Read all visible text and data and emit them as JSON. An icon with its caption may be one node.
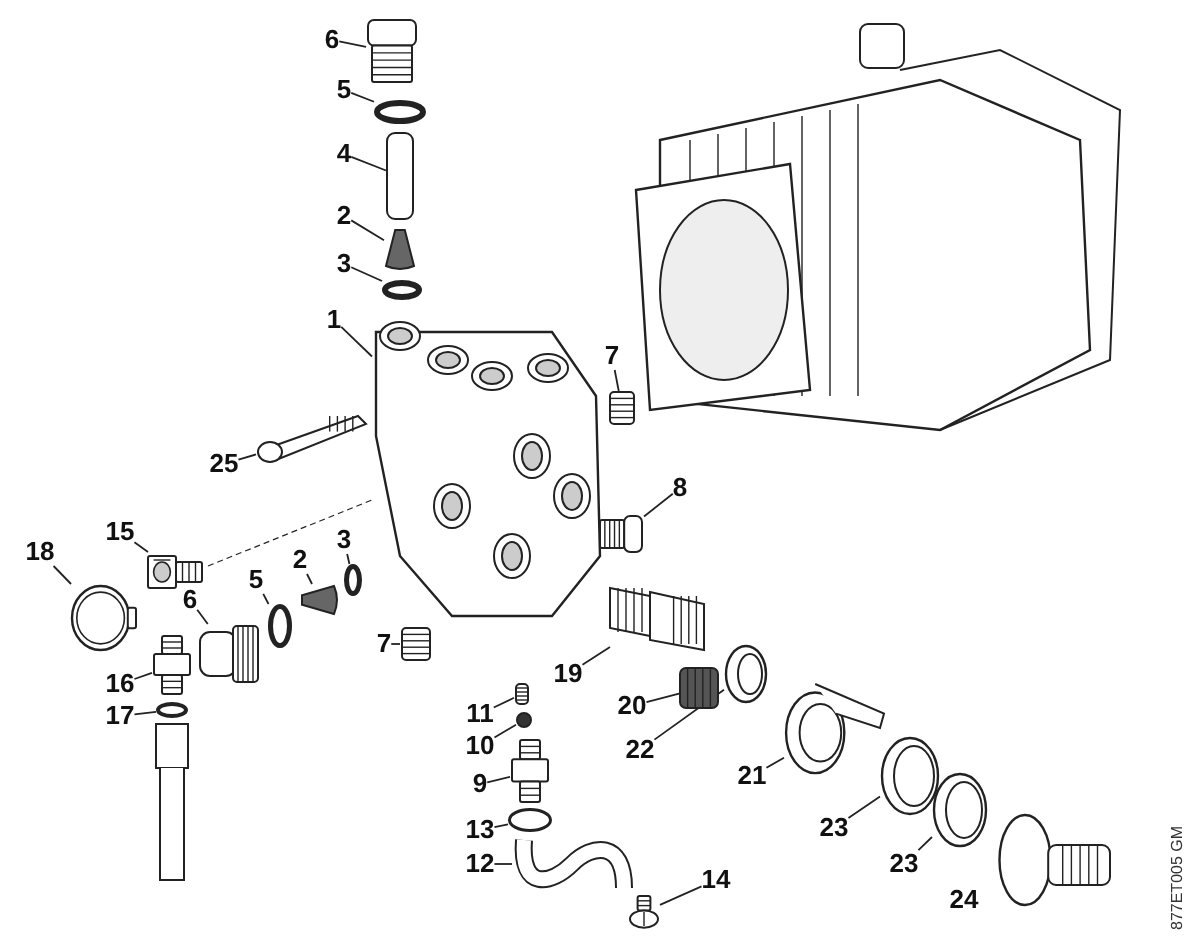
{
  "diagram": {
    "nodes": [
      {
        "text": [
          "6"
        ]
      },
      {
        "text": [],
        "shape": "picture"
      },
      {
        "text": [
          "5"
        ]
      },
      {
        "text": [],
        "shape": "circle"
      },
      {
        "text": [
          "4"
        ]
      },
      {
        "text": [],
        "shape": "box"
      },
      {
        "text": [
          "2"
        ]
      },
      {
        "text": [],
        "shape": "picture"
      },
      {
        "text": [
          "3"
        ]
      },
      {
        "text": [],
        "shape": "circle"
      },
      {
        "text": [
          "1"
        ]
      },
      {
        "text": [],
        "shape": "picture"
      },
      {
        "text": [
          "7"
        ]
      },
      {
        "text": [],
        "shape": "picture"
      },
      {
        "text": [
          "25"
        ]
      },
      {
        "text": [],
        "shape": "picture"
      },
      {
        "text": [
          "8"
        ]
      },
      {
        "text": [],
        "shape": "picture"
      },
      {
        "text": [
          "15"
        ]
      },
      {
        "text": [],
        "shape": "picture"
      },
      {
        "text": [
          "18"
        ]
      },
      {
        "text": [],
        "shape": "picture"
      },
      {
        "text": [
          "3"
        ]
      },
      {
        "text": [],
        "shape": "circle"
      },
      {
        "text": [
          "2"
        ]
      },
      {
        "text": [],
        "shape": "picture"
      },
      {
        "text": [
          "5"
        ]
      },
      {
        "text": [],
        "shape": "circle"
      },
      {
        "text": [
          "6"
        ]
      },
      {
        "text": [],
        "shape": "picture"
      },
      {
        "text": [
          "7"
        ]
      },
      {
        "text": [],
        "shape": "picture"
      },
      {
        "text": [
          "19"
        ]
      },
      {
        "text": [],
        "shape": "picture"
      },
      {
        "text": [
          "16"
        ]
      },
      {
        "text": [],
        "shape": "picture"
      },
      {
        "text": [
          "17"
        ]
      },
      {
        "text": [],
        "shape": "circle"
      },
      {
        "text": [
          "11"
        ]
      },
      {
        "text": [],
        "shape": "picture"
      },
      {
        "text": [
          "20"
        ]
      },
      {
        "text": [],
        "shape": "picture"
      },
      {
        "text": [
          "10"
        ]
      },
      {
        "text": [],
        "shape": "circle"
      },
      {
        "text": [
          "22"
        ]
      },
      {
        "text": [],
        "shape": "picture"
      },
      {
        "text": [
          "9"
        ]
      },
      {
        "text": [],
        "shape": "picture"
      },
      {
        "text": [
          "21"
        ]
      },
      {
        "text": [],
        "shape": "picture"
      },
      {
        "text": [
          "13"
        ]
      },
      {
        "text": [],
        "shape": "circle"
      },
      {
        "text": [
          "23"
        ]
      },
      {
        "text": [],
        "shape": "picture"
      },
      {
        "text": [
          "12"
        ]
      },
      {
        "text": [],
        "shape": "picture"
      },
      {
        "text": [
          "23"
        ]
      },
      {
        "text": [],
        "shape": "picture"
      },
      {
        "text": [
          "14"
        ]
      },
      {
        "text": [],
        "shape": "picture"
      },
      {
        "text": [
          "24"
        ]
      },
      {
        "text": [],
        "shape": "picture"
      }
    ],
    "edges": [
      {
        "from": 0,
        "to": 1,
        "arrow": "none"
      },
      {
        "from": 2,
        "to": 3,
        "arrow": "none"
      },
      {
        "from": 4,
        "to": 5,
        "arrow": "none"
      },
      {
        "from": 6,
        "to": 7,
        "arrow": "none"
      },
      {
        "from": 8,
        "to": 9,
        "arrow": "none"
      },
      {
        "from": 10,
        "to": 11,
        "arrow": "none"
      },
      {
        "from": 12,
        "to": 13,
        "arrow": "none"
      },
      {
        "from": 14,
        "to": 15,
        "arrow": "none"
      },
      {
        "from": 16,
        "to": 17,
        "arrow": "none"
      },
      {
        "from": 18,
        "to": 19,
        "arrow": "none"
      },
      {
        "from": 20,
        "to": 21,
        "arrow": "none"
      },
      {
        "from": 22,
        "to": 23,
        "arrow": "none"
      },
      {
        "from": 24,
        "to": 25,
        "arrow": "none"
      },
      {
        "from": 26,
        "to": 27,
        "arrow": "none"
      },
      {
        "from": 28,
        "to": 29,
        "arrow": "none"
      },
      {
        "from": 30,
        "to": 31,
        "arrow": "none"
      },
      {
        "from": 32,
        "to": 33,
        "arrow": "none"
      },
      {
        "from": 34,
        "to": 35,
        "arrow": "none"
      },
      {
        "from": 36,
        "to": 37,
        "arrow": "none"
      },
      {
        "from": 38,
        "to": 39,
        "arrow": "none"
      },
      {
        "from": 40,
        "to": 41,
        "arrow": "none"
      },
      {
        "from": 42,
        "to": 43,
        "arrow": "none"
      },
      {
        "from": 44,
        "to": 45,
        "arrow": "none"
      },
      {
        "from": 46,
        "to": 47,
        "arrow": "none"
      },
      {
        "from": 48,
        "to": 49,
        "arrow": "none"
      },
      {
        "from": 50,
        "to": 51,
        "arrow": "none"
      },
      {
        "from": 52,
        "to": 53,
        "arrow": "none"
      },
      {
        "from": 54,
        "to": 55,
        "arrow": "none"
      },
      {
        "from": 56,
        "to": 57,
        "arrow": "none"
      },
      {
        "from": 58,
        "to": 59,
        "arrow": "none"
      }
    ],
    "labels": [
      "877ET005 GM"
    ]
  }
}
